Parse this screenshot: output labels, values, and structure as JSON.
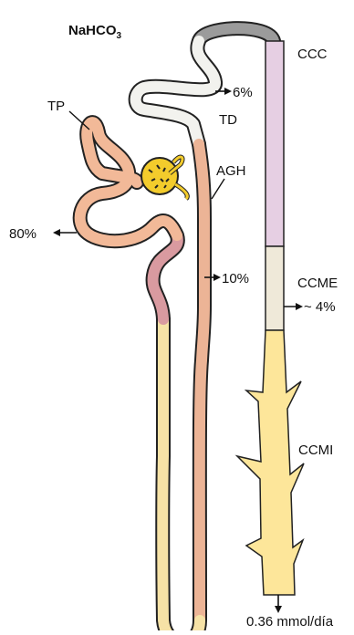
{
  "title": {
    "main": "NaHCO",
    "subscript": "3"
  },
  "segments": {
    "tp": "TP",
    "td": "TD",
    "agh": "AGH",
    "ccc": "CCC",
    "ccme": "CCME",
    "ccmi": "CCMI"
  },
  "reabsorption": {
    "tp": "80%",
    "agh": "10%",
    "td": "6%",
    "ccme": "~ 4%"
  },
  "excretion": "0.36 mmol/día",
  "colors": {
    "proximal_tubule": "#f2b998",
    "loop_thin_descending": "#d99aa0",
    "loop_thin_ascending": "#f6e2a6",
    "thick_ascending_limb": "#ecb496",
    "distal_tubule": "#f2f2ee",
    "connecting_segment": "#9b9b9b",
    "cortical_collecting_duct": "#e6cfe3",
    "outer_medullary_collecting_duct": "#efe9d9",
    "inner_medullary_collecting_duct": "#fde69a",
    "glomerulus": "#f3cc2c"
  }
}
